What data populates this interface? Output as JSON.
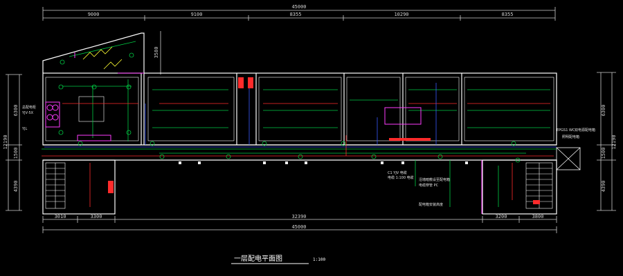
{
  "drawing": {
    "title": "一层配电平面图",
    "scale": "1:100",
    "background": "#000000",
    "colors": {
      "wall": "#ffffff",
      "circuit_green": "#00cc44",
      "circuit_red": "#ff2b2b",
      "circuit_blue": "#3a5cff",
      "magenta": "#ff3cff",
      "yellow": "#ffff33",
      "dimension": "#cfcfcf"
    }
  },
  "dimensions": {
    "top_total": "45000",
    "top_segments": [
      "9000",
      "9100",
      "8355",
      "10290",
      "8355"
    ],
    "bottom_segments": [
      "3010",
      "3300",
      "32390",
      "3200",
      "3800"
    ],
    "bottom_total": "45000",
    "left_total": "12190",
    "left_segments": [
      "6300",
      "1500",
      "4390"
    ],
    "right_segments": [
      "6300",
      "1500",
      "4390"
    ],
    "right_total": "12190",
    "top_small": "3580"
  },
  "annotations": {
    "left_panel": [
      "总配电柜",
      "YJV-5X",
      "YJL"
    ],
    "right_panel": [
      "EPGS1 WC",
      "双电源配电箱",
      "照明配电箱"
    ],
    "center_panel": [
      "C1 YJV 电缆",
      "电缆 1:100 电缆",
      "配电箱安装高度"
    ],
    "center_notes": [
      "沿墙暗敷设至配电箱",
      "电缆穿管 PC"
    ]
  }
}
